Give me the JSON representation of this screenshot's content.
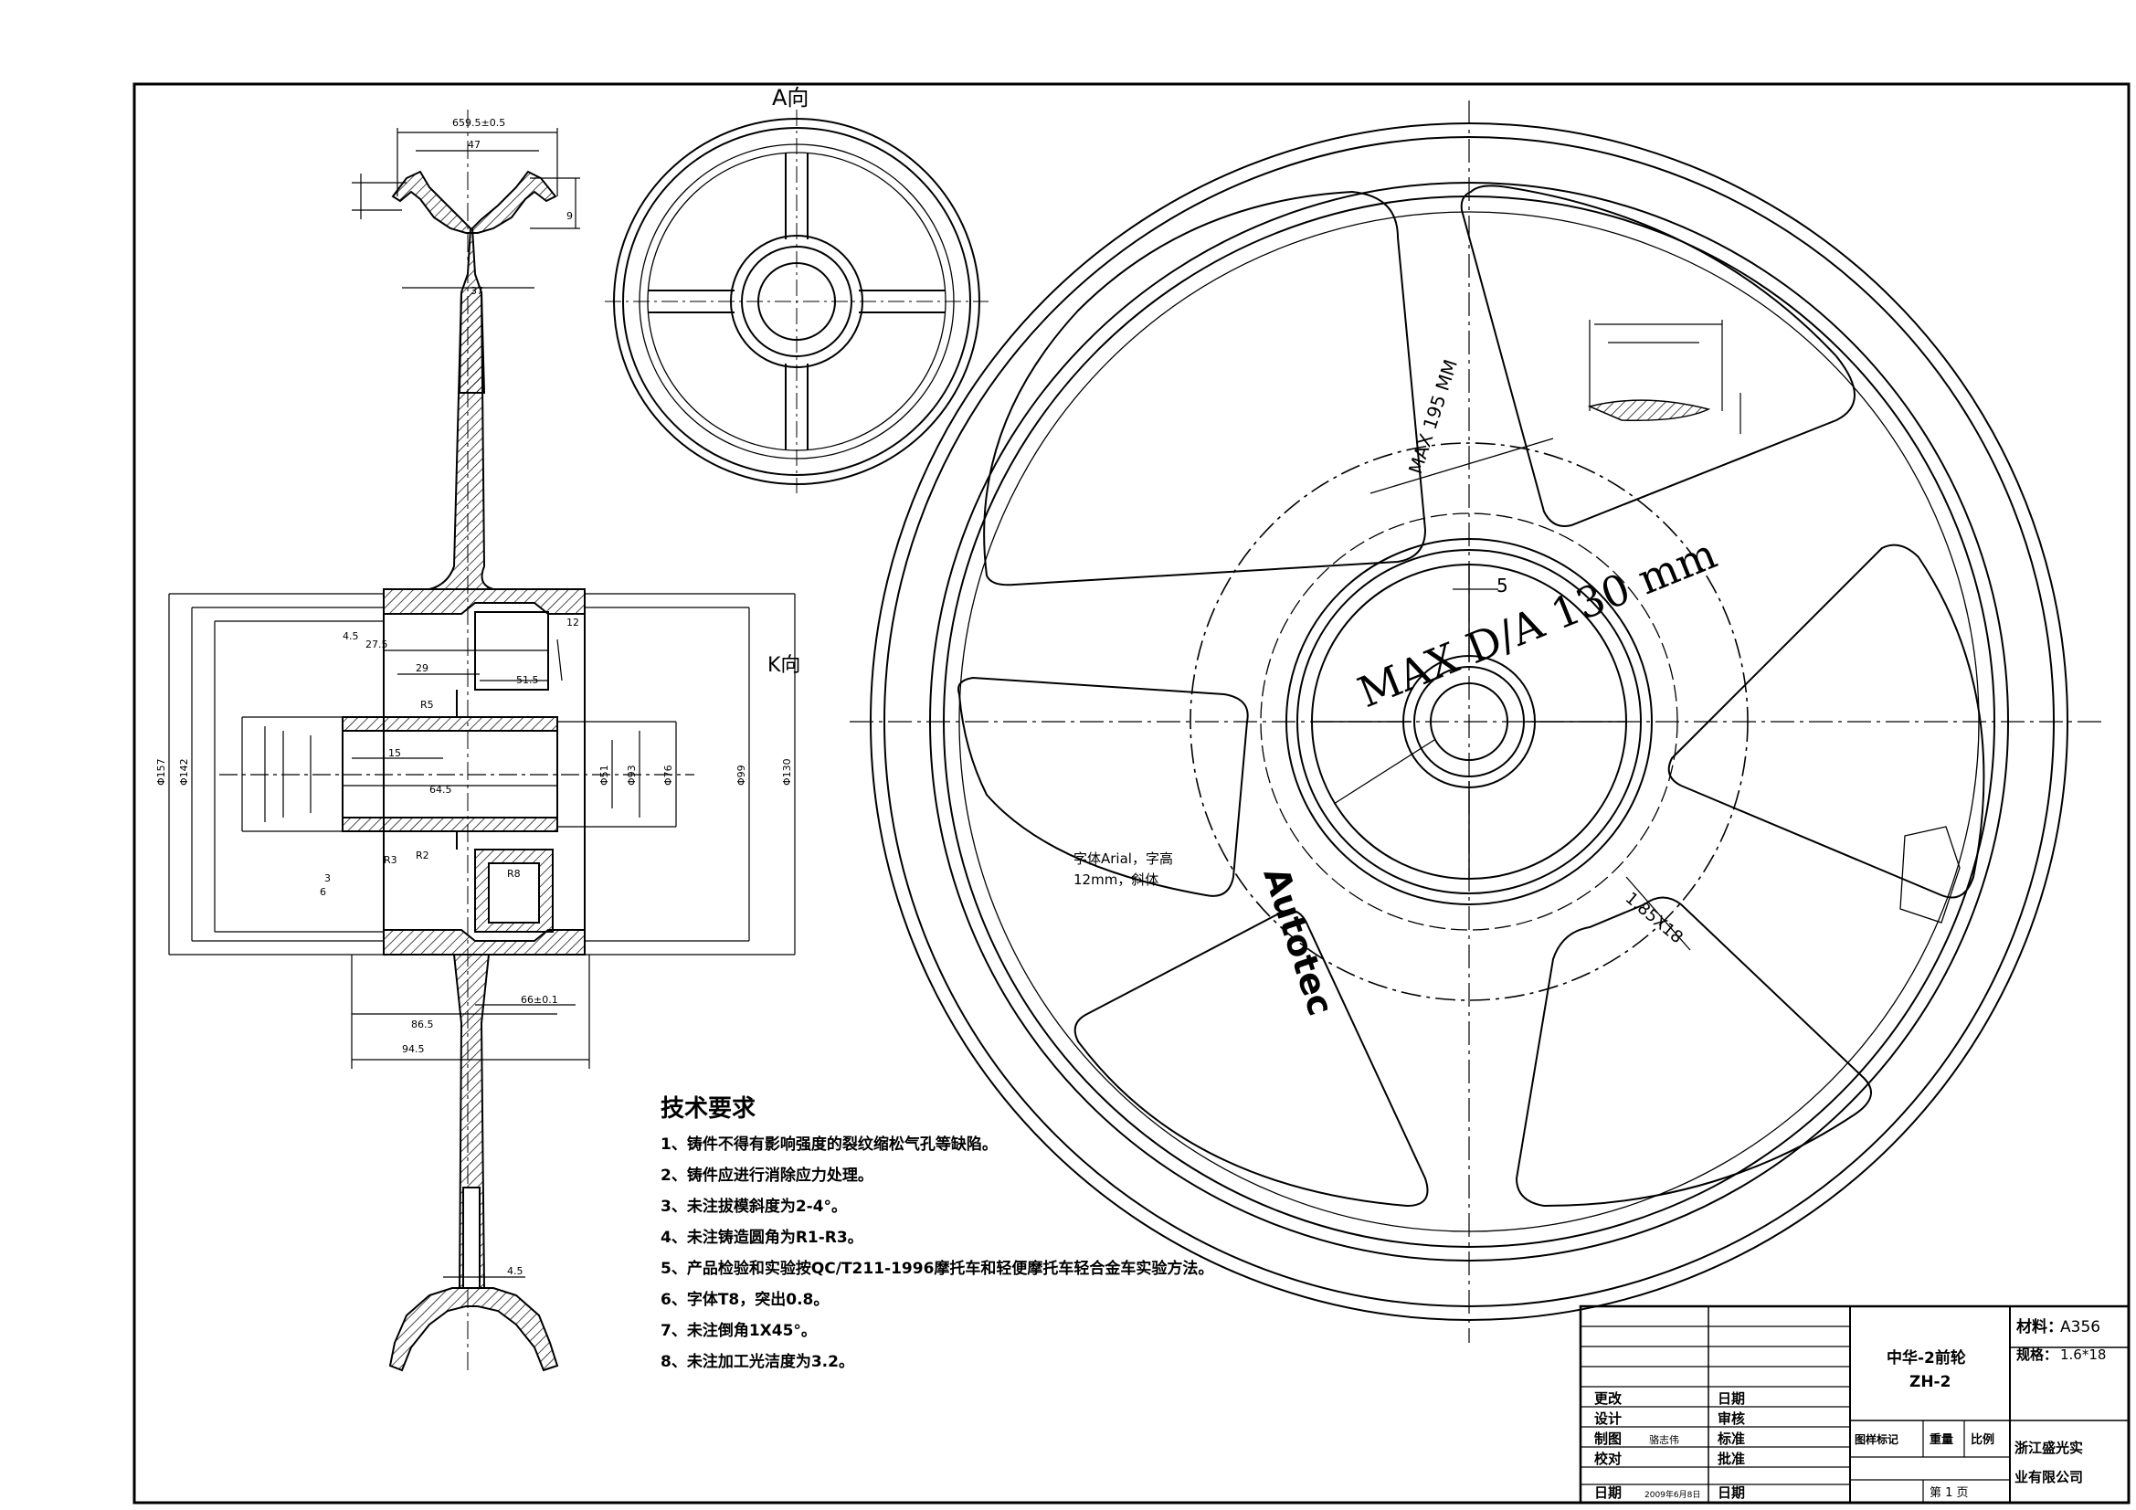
{
  "views": {
    "a_view_label": "A向",
    "k_view_label": "K向"
  },
  "wheel": {
    "hub_text": "MAX D/A 130 mm",
    "spoke_text": "MAX 195 MM",
    "brand_text": "Autotec",
    "size_text": "1.85X18",
    "font_note_1": "字体Arial，字高",
    "font_note_2": "12mm，斜体",
    "hub_dim_5": "5"
  },
  "section_view": {
    "dims": [
      "659.5±0.5",
      "47",
      "37",
      "27.5",
      "29",
      "15",
      "4.5",
      "3",
      "6",
      "12",
      "51.5",
      "64.5",
      "86.5",
      "94.5",
      "66±0.1",
      "Φ157",
      "Φ142",
      "Φ130",
      "Φ99",
      "Φ51",
      "Φ76",
      "Φ93",
      "R5",
      "R3",
      "R2",
      "R8",
      "9",
      "4.5"
    ]
  },
  "tech_requirements": {
    "title": "技术要求",
    "items": [
      "1、铸件不得有影响强度的裂纹缩松气孔等缺陷。",
      "2、铸件应进行消除应力处理。",
      "3、未注拔模斜度为2-4°。",
      "4、未注铸造圆角为R1-R3。",
      "5、产品检验和实验按QC/T211-1996摩托车和轻便摩托车轻合金车实验方法。",
      "6、字体T8，突出0.8。",
      "7、未注倒角1X45°。",
      "8、未注加工光洁度为3.2。"
    ]
  },
  "title_block": {
    "material_label": "材料：",
    "material_value": "A356",
    "spec_label": "规格：",
    "spec_value": "1.6*18",
    "part_name": "中华-2前轮",
    "part_code": "ZH-2",
    "rows": [
      {
        "label": "更改",
        "date_label": "日期"
      },
      {
        "label": "设计",
        "date_label": "审核"
      },
      {
        "label": "制图",
        "name": "骆志伟",
        "date_label": "标准"
      },
      {
        "label": "校对",
        "date_label": "批准"
      },
      {
        "label": "日期",
        "name": "2009年6月8日",
        "date_label": "日期"
      }
    ],
    "mark_label": "图样标记",
    "weight_label": "重量",
    "scale_label": "比例",
    "sheet_text": "第 1 页",
    "company_line1": "浙江盛光实",
    "company_line2": "业有限公司"
  }
}
